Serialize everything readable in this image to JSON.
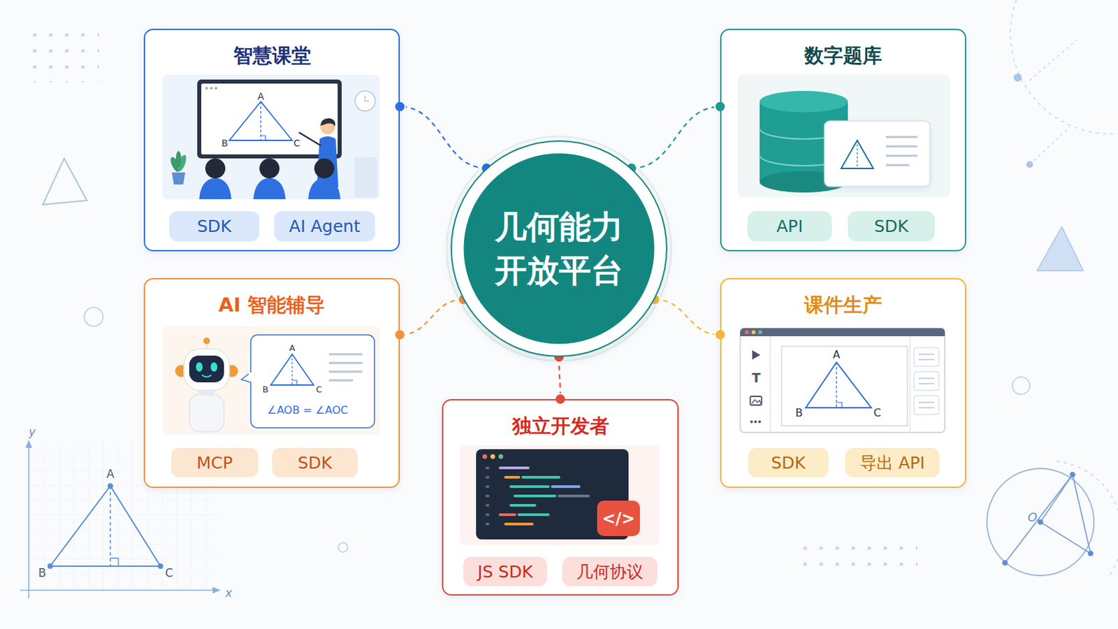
{
  "diagram": {
    "nodes": [
      {
        "text": [
          "智慧课堂"
        ]
      },
      {
        "text": [
          "SDK"
        ],
        "in": 0
      },
      {
        "text": [
          "AI Agent"
        ],
        "in": 0
      },
      {
        "text": [
          "几何能力 开放平台"
        ]
      },
      {
        "text": [
          "数字题库"
        ]
      },
      {
        "text": [
          "API"
        ],
        "in": 4
      },
      {
        "text": [
          "SDK"
        ],
        "in": 4
      },
      {
        "text": [
          "AI 智能辅导"
        ]
      },
      {
        "text": [
          "MCP"
        ],
        "in": 7
      },
      {
        "text": [
          "SDK"
        ],
        "in": 7
      },
      {
        "text": [
          "课件生产"
        ]
      },
      {
        "text": [
          "SDK"
        ],
        "in": 10
      },
      {
        "text": [
          "导出 API"
        ],
        "in": 10
      },
      {
        "text": [
          "独立开发者"
        ]
      },
      {
        "text": [
          "JS SDK"
        ],
        "in": 13
      },
      {
        "text": [
          "几何协议"
        ],
        "in": 13
      }
    ],
    "edges": [
      {
        "from": 3,
        "to": 0,
        "arrow": "none"
      },
      {
        "from": 3,
        "to": 4,
        "arrow": "none"
      },
      {
        "from": 3,
        "to": 7,
        "arrow": "none"
      },
      {
        "from": 3,
        "to": 10,
        "arrow": "none"
      },
      {
        "from": 3,
        "to": 13,
        "arrow": "none"
      }
    ],
    "labels": [
      "A",
      "B",
      "C",
      "A",
      "B",
      "C",
      "∠AOB = ∠AOC",
      "T",
      "A",
      "B",
      "C",
      "</>",
      "y",
      "A",
      "B",
      "C",
      "x",
      "O"
    ]
  }
}
